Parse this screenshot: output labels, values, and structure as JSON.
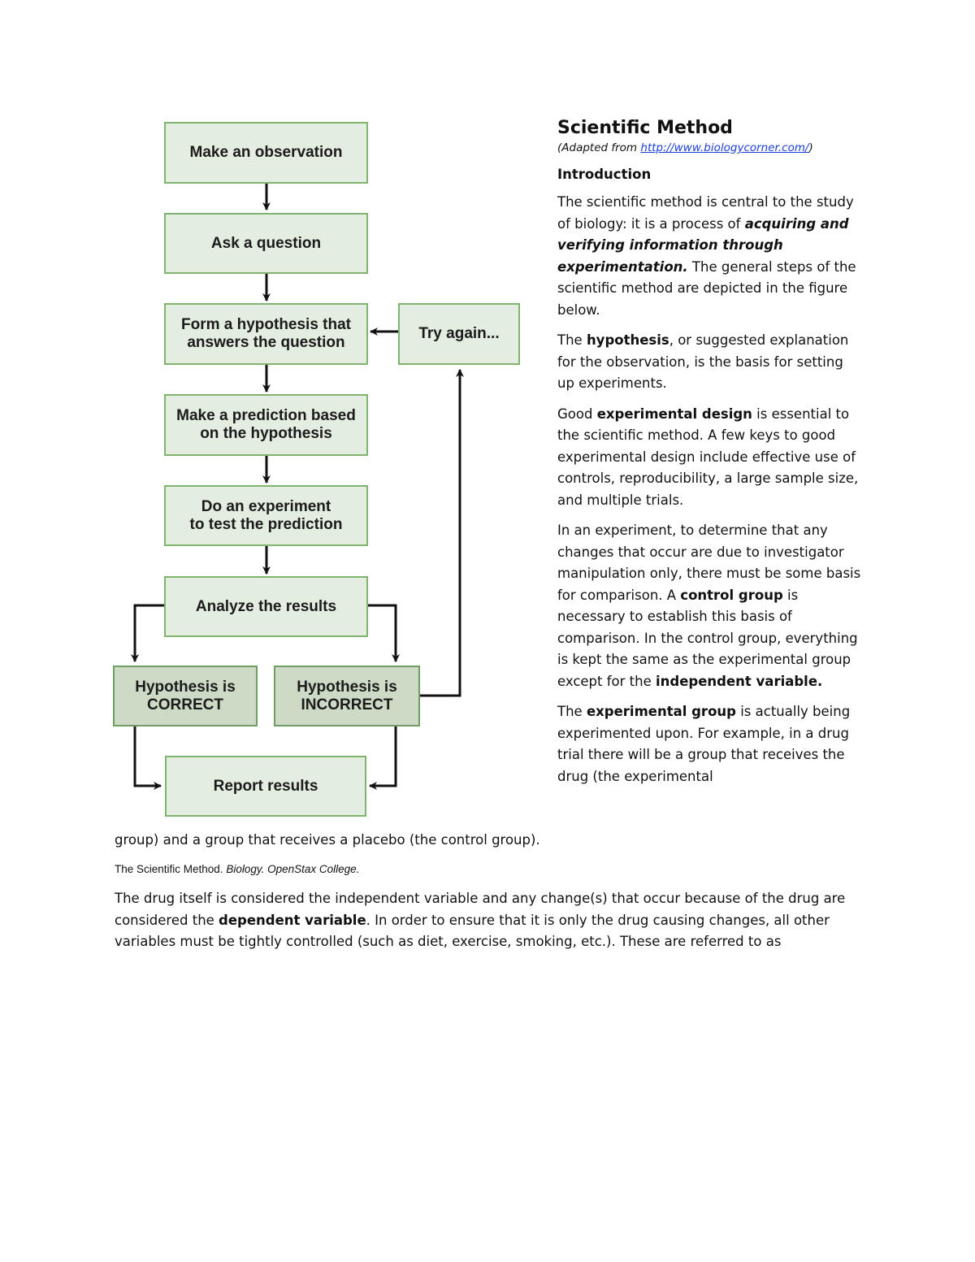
{
  "diagram": {
    "observation": "Make an observation",
    "question": "Ask a question",
    "hypothesis": "Form a hypothesis that\nanswers the question",
    "try_again": "Try again...",
    "prediction": "Make a prediction based\non the hypothesis",
    "experiment": "Do an experiment\nto test the prediction",
    "analyze": "Analyze the results",
    "correct": "Hypothesis is\nCORRECT",
    "incorrect": "Hypothesis is\nINCORRECT",
    "report": "Report results"
  },
  "side": {
    "title": "Scientific Method",
    "adapted_prefix": "(Adapted from ",
    "adapted_link": "http://www.biologycorner.com/",
    "adapted_suffix": ")",
    "intro_heading": "Introduction",
    "p1_a": "The scientific method is central to the study of biology: it is a process of ",
    "p1_b": "acquiring and verifying information through experimentation.",
    "p1_c": " The general steps of the scientific method are depicted in the figure below.",
    "p2_a": "The ",
    "p2_b": "hypothesis",
    "p2_c": ", or suggested explanation for the observation, is the basis for setting up experiments.",
    "p3_a": "Good ",
    "p3_b": "experimental design",
    "p3_c": " is essential to the scientific method. A few keys to good experimental design include effective use of controls, reproducibility, a large sample size, and multiple trials.",
    "p4_a": "In an experiment, to determine that any changes that occur are due to investigator manipulation only, there must be some basis for comparison. A ",
    "p4_b": "control group",
    "p4_c": " is necessary to establish this basis of comparison. In the control group, everything is kept the same as the experimental group except for the ",
    "p4_d": "independent variable",
    "p4_e": ".",
    "p5_a": "The ",
    "p5_b": "experimental group",
    "p5_c": " is actually being experimented upon. For example, in a drug trial there will be a group that receives the drug (the experimental"
  },
  "continuation": "group) and a group that receives a placebo (the control group).",
  "caption": {
    "prefix": "The Scientific Method. ",
    "source": "Biology. OpenStax College."
  },
  "bottom": {
    "a": "The drug itself is considered the independent variable and any change(s) that occur because of the drug are considered the ",
    "b": "dependent variable",
    "c": ". In order to ensure that it is only the drug causing changes, all other variables must be tightly controlled (such as diet, exercise, smoking, etc.). These are referred to as"
  }
}
